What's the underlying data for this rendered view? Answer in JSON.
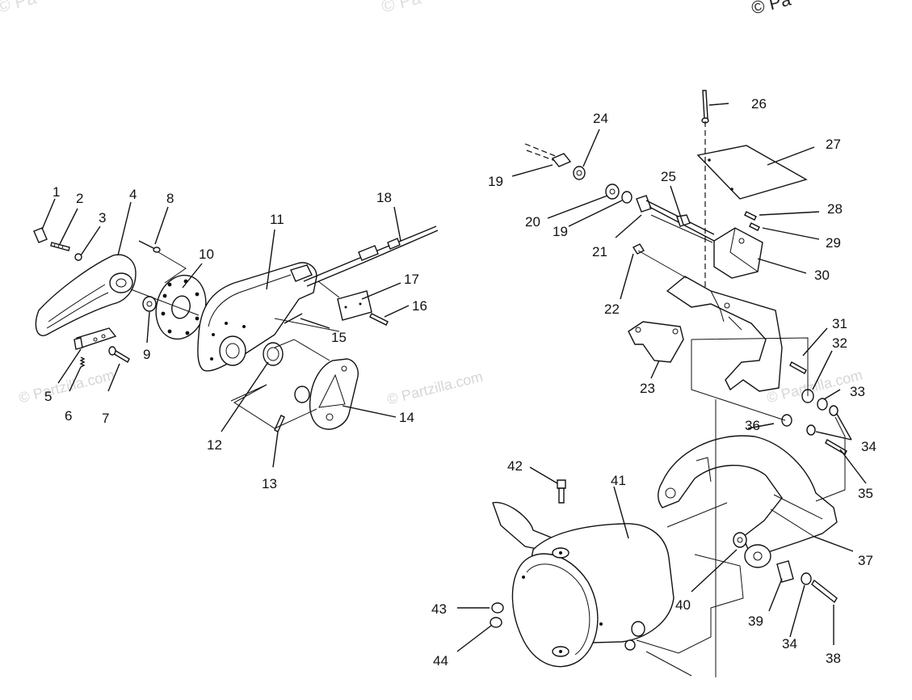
{
  "watermarks": {
    "top_left": "© Pa",
    "top_mid": "© Pa",
    "top_right": "© Pa",
    "mid_left": "© Partzilla.com",
    "mid_center": "© Partzilla.com",
    "mid_right": "© Partzilla.com",
    "left_edge": "© Pa"
  },
  "callouts": {
    "c1": "1",
    "c2": "2",
    "c3": "3",
    "c4": "4",
    "c5": "5",
    "c6": "6",
    "c7": "7",
    "c8": "8",
    "c9": "9",
    "c10": "10",
    "c11": "11",
    "c12": "12",
    "c13": "13",
    "c14": "14",
    "c15": "15",
    "c16": "16",
    "c17": "17",
    "c18": "18",
    "c19a": "19",
    "c19b": "19",
    "c20": "20",
    "c21": "21",
    "c22": "22",
    "c23": "23",
    "c24": "24",
    "c25": "25",
    "c26": "26",
    "c27": "27",
    "c28": "28",
    "c29": "29",
    "c30": "30",
    "c31": "31",
    "c32": "32",
    "c33": "33",
    "c34a": "34",
    "c34b": "34",
    "c35": "35",
    "c36": "36",
    "c37": "37",
    "c38": "38",
    "c39": "39",
    "c40": "40",
    "c41": "41",
    "c42": "42",
    "c43": "43",
    "c44": "44"
  }
}
